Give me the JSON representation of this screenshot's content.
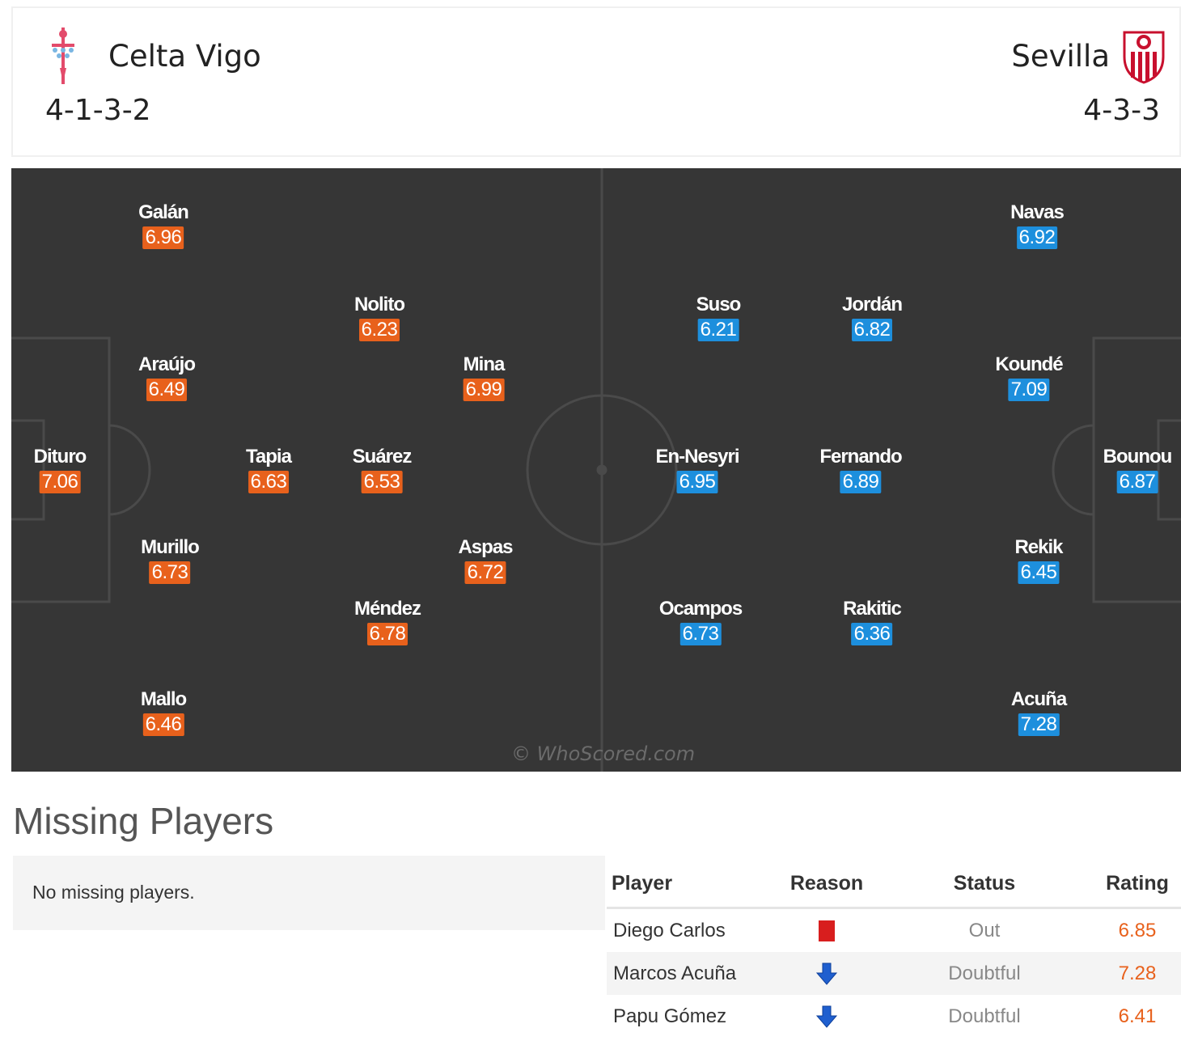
{
  "header": {
    "home": {
      "name": "Celta Vigo",
      "formation": "4-1-3-2"
    },
    "away": {
      "name": "Sevilla",
      "formation": "4-3-3"
    }
  },
  "colors": {
    "home_rating": "#e8611c",
    "away_rating": "#1d8fdd",
    "pitch": "#363636"
  },
  "lineup": {
    "home": [
      {
        "name": "Galán",
        "rating": "6.96"
      },
      {
        "name": "Nolito",
        "rating": "6.23"
      },
      {
        "name": "Araújo",
        "rating": "6.49"
      },
      {
        "name": "Mina",
        "rating": "6.99"
      },
      {
        "name": "Dituro",
        "rating": "7.06"
      },
      {
        "name": "Tapia",
        "rating": "6.63"
      },
      {
        "name": "Suárez",
        "rating": "6.53"
      },
      {
        "name": "Murillo",
        "rating": "6.73"
      },
      {
        "name": "Aspas",
        "rating": "6.72"
      },
      {
        "name": "Méndez",
        "rating": "6.78"
      },
      {
        "name": "Mallo",
        "rating": "6.46"
      }
    ],
    "away": [
      {
        "name": "Navas",
        "rating": "6.92"
      },
      {
        "name": "Suso",
        "rating": "6.21"
      },
      {
        "name": "Jordán",
        "rating": "6.82"
      },
      {
        "name": "Koundé",
        "rating": "7.09"
      },
      {
        "name": "En-Nesyri",
        "rating": "6.95"
      },
      {
        "name": "Fernando",
        "rating": "6.89"
      },
      {
        "name": "Bounou",
        "rating": "6.87"
      },
      {
        "name": "Rekik",
        "rating": "6.45"
      },
      {
        "name": "Ocampos",
        "rating": "6.73"
      },
      {
        "name": "Rakitic",
        "rating": "6.36"
      },
      {
        "name": "Acuña",
        "rating": "7.28"
      }
    ]
  },
  "watermark": "© WhoScored.com",
  "missing": {
    "title": "Missing Players",
    "home_empty_text": "No missing players.",
    "columns": {
      "player": "Player",
      "reason": "Reason",
      "status": "Status",
      "rating": "Rating"
    },
    "away": [
      {
        "player": "Diego Carlos",
        "reason_icon": "red-card-icon",
        "status": "Out",
        "rating": "6.85"
      },
      {
        "player": "Marcos Acuña",
        "reason_icon": "injury-arrow-icon",
        "status": "Doubtful",
        "rating": "7.28"
      },
      {
        "player": "Papu Gómez",
        "reason_icon": "injury-arrow-icon",
        "status": "Doubtful",
        "rating": "6.41"
      }
    ]
  }
}
